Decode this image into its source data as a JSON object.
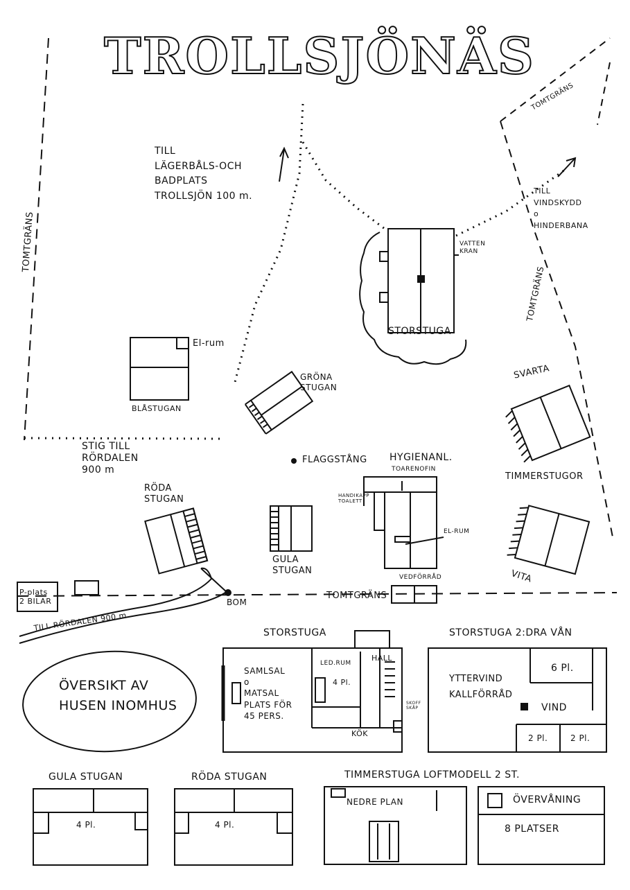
{
  "title": "TROLLSJÖNÄS",
  "map": {
    "labels": {
      "tomtgrans_left": "TOMTGRÄNS",
      "tomtgrans_top": "TOMTGRÄNS",
      "tomtgrans_right": "TOMTGRÄNS",
      "tomtgrans_bottom": "TOMTGRÄNS",
      "to_lake": "TILL\nLÄGERBÅLS-OCH\nBADPLATS\nTROLLSJÖN 100 m.",
      "to_shelter": "TILL\nVINDSKYDD\no\nHINDERBANA",
      "vattenkran": "VATTEN\nKRAN",
      "storstuga": "STORSTUGA",
      "elrum_bla": "El-rum",
      "blastugan": "BLÅSTUGAN",
      "grona_stugan": "GRÖNA\nSTUGAN",
      "svarta": "SVARTA",
      "timmerstugor": "TIMMERSTUGOR",
      "vita": "VITA",
      "stig": "STIG TILL\nRÖRDALEN\n900 m",
      "flaggstang": "FLAGGSTÅNG",
      "hygien": "HYGIENANL.",
      "toarenofin": "TOARENOFIN",
      "handikapp": "HANDIKAPP\nTOALETT",
      "elrum_hyg": "EL-RUM",
      "roda_stugan": "RÖDA\nSTUGAN",
      "gula_stugan": "GULA\nSTUGAN",
      "vedforrad": "VEDFÖRRÅD",
      "pplats": "P-plats\n2 BILAR",
      "bom": "BOM",
      "till_rordalen": "TILL RÖRDALEN 900 m"
    }
  },
  "overview": {
    "oval_text": "ÖVERSIKT AV\nHUSEN INOMHUS",
    "storstuga": {
      "title": "STORSTUGA",
      "sal": "SAMLSAL\no\nMATSAL\nPLATS FÖR\n45 PERS.",
      "ledrum": "LED.RUM",
      "ledrum_pl": "4 Pl.",
      "hall": "HALL",
      "kok": "KÖK",
      "skohylla": "SKOFF\nSKÅP"
    },
    "storstuga2": {
      "title": "STORSTUGA 2:DRA VÅN",
      "ytter": "YTTERVIND\nKALLFÖRRÅD",
      "room6": "6 Pl.",
      "vind": "VIND",
      "room2a": "2 Pl.",
      "room2b": "2 Pl."
    },
    "gula": {
      "title": "GULA STUGAN",
      "pl": "4 Pl."
    },
    "roda": {
      "title": "RÖDA STUGAN",
      "pl": "4 Pl."
    },
    "timmer": {
      "title": "TIMMERSTUGA LOFTMODELL 2 ST.",
      "nedre": "NEDRE PLAN",
      "over": "ÖVERVÅNING",
      "platser": "8 PLATSER"
    }
  }
}
